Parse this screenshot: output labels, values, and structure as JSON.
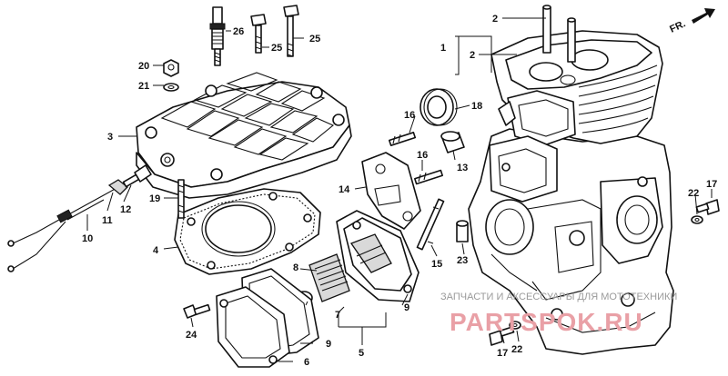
{
  "direction_label": "FR.",
  "watermark": {
    "caption": "ЗАПЧАСТИ И АКСЕССУАРЫ ДЛЯ МОТОТЕХНИКИ",
    "logo": "PARTSPOK.RU"
  },
  "callouts": {
    "c1": "1",
    "c2a": "2",
    "c2b": "2",
    "c3": "3",
    "c4": "4",
    "c5": "5",
    "c6": "6",
    "c7": "7",
    "c8": "8",
    "c9a": "9",
    "c9b": "9",
    "c10": "10",
    "c11": "11",
    "c12": "12",
    "c13": "13",
    "c14": "14",
    "c15": "15",
    "c16a": "16",
    "c16b": "16",
    "c17a": "17",
    "c17b": "17",
    "c18": "18",
    "c19": "19",
    "c20": "20",
    "c21": "21",
    "c22a": "22",
    "c22b": "22",
    "c23": "23",
    "c24": "24",
    "c25a": "25",
    "c25b": "25",
    "c26": "26"
  },
  "colors": {
    "ink": "#111111",
    "watermark_logo": "#e9a0a6",
    "watermark_text": "#9a9a9a"
  }
}
